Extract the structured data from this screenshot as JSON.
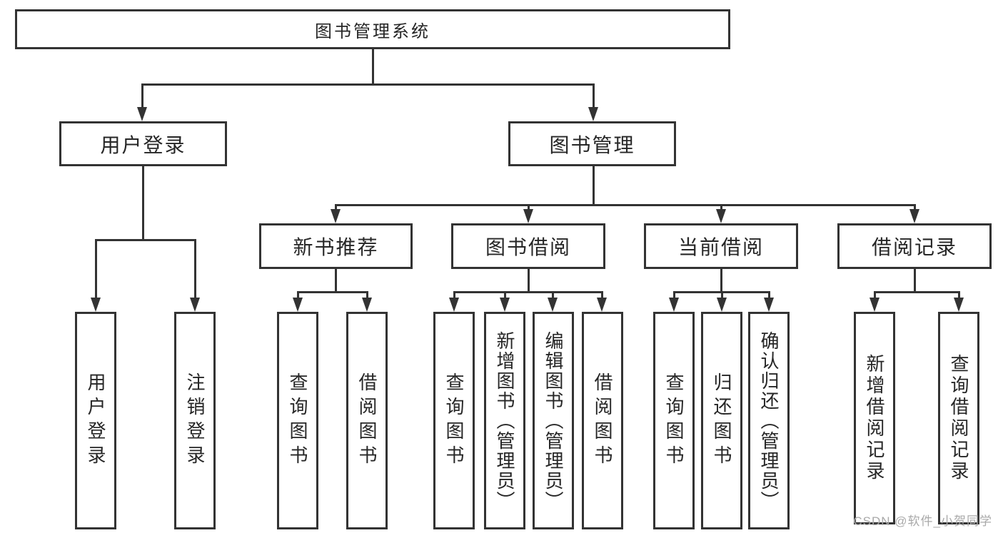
{
  "nodes": {
    "root": "图书管理系统",
    "user_login": "用户登录",
    "book_management": "图书管理",
    "new_book_recommend": "新书推荐",
    "book_borrow": "图书借阅",
    "current_borrow": "当前借阅",
    "borrow_records": "借阅记录"
  },
  "leaves": {
    "user_login": "用户登录",
    "logout": "注销登录",
    "nb_query": "查询图书",
    "nb_borrow": "借阅图书",
    "bb_query": "查询图书",
    "bb_add": "新增图书（管理员）",
    "bb_edit": "编辑图书（管理员）",
    "bb_borrow": "借阅图书",
    "cb_query": "查询图书",
    "cb_return": "归还图书",
    "cb_confirm": "确认归还（管理员）",
    "br_add": "新增借阅记录",
    "br_query": "查询借阅记录"
  },
  "watermark": {
    "text": "CSDN @软件_小贺同学"
  },
  "colors": {
    "line": "#333333",
    "text": "#262626",
    "background": "#ffffff",
    "watermark": "#a9a9a9"
  }
}
